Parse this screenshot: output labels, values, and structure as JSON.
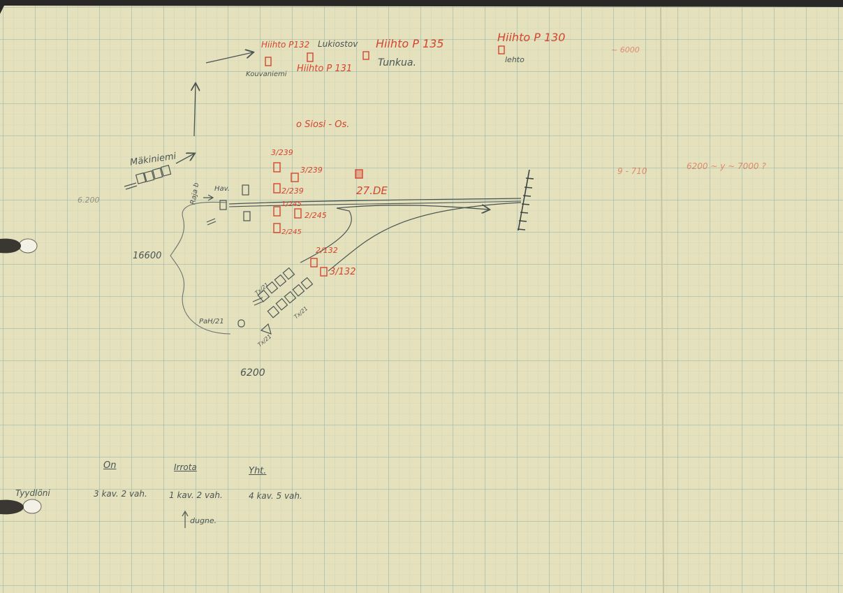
{
  "colors": {
    "paper": "#e6e1bd",
    "grid": "#9bbfb4",
    "red_ink": "#d4452e",
    "pencil": "#4a5553"
  },
  "top_red": {
    "hiltop132": "Hiihto P132",
    "hiltop131": "Hiihto P 131",
    "hiltop135": "Hiihto P 135",
    "hiltop130": "Hiihto P 130",
    "right_note": "~ 6000"
  },
  "top_pen": {
    "lukiostov": "Lukiostov",
    "kouvaniemi": "Kouvaniemi",
    "tunkua": "Tunkua.",
    "lehto": "lehto"
  },
  "middle_red": {
    "siosi": "o Siosi - Os.",
    "l1": "3/239",
    "l2": "3/239",
    "l3": "2/239",
    "l4": "1/245",
    "l5": "2/245",
    "l6": "2/245",
    "fe": "27.DE",
    "l7": "2/132",
    "l8": "3/132",
    "right_note1": "9 - 710",
    "right_note2": "6200 ~ y ~   7000 ?"
  },
  "pen_labels": {
    "makiniemi": "Mäkiniemi",
    "left_num": "6.200",
    "hav": "Hav.",
    "rajab": "Raja b",
    "brace_num": "16600",
    "txl1": "Tx/21",
    "txl2": "Tx/21",
    "txl3": "Tx/21",
    "pah": "PaH/21",
    "bottom_num": "6200"
  },
  "bottom_table": {
    "row_label": "Tyydlöni",
    "headers": [
      "On",
      "Irrota",
      "Yht."
    ],
    "values": [
      "3 kav. 2 vah.",
      "1 kav. 2 vah.",
      "4 kav. 5 vah."
    ],
    "note": "dugne."
  }
}
